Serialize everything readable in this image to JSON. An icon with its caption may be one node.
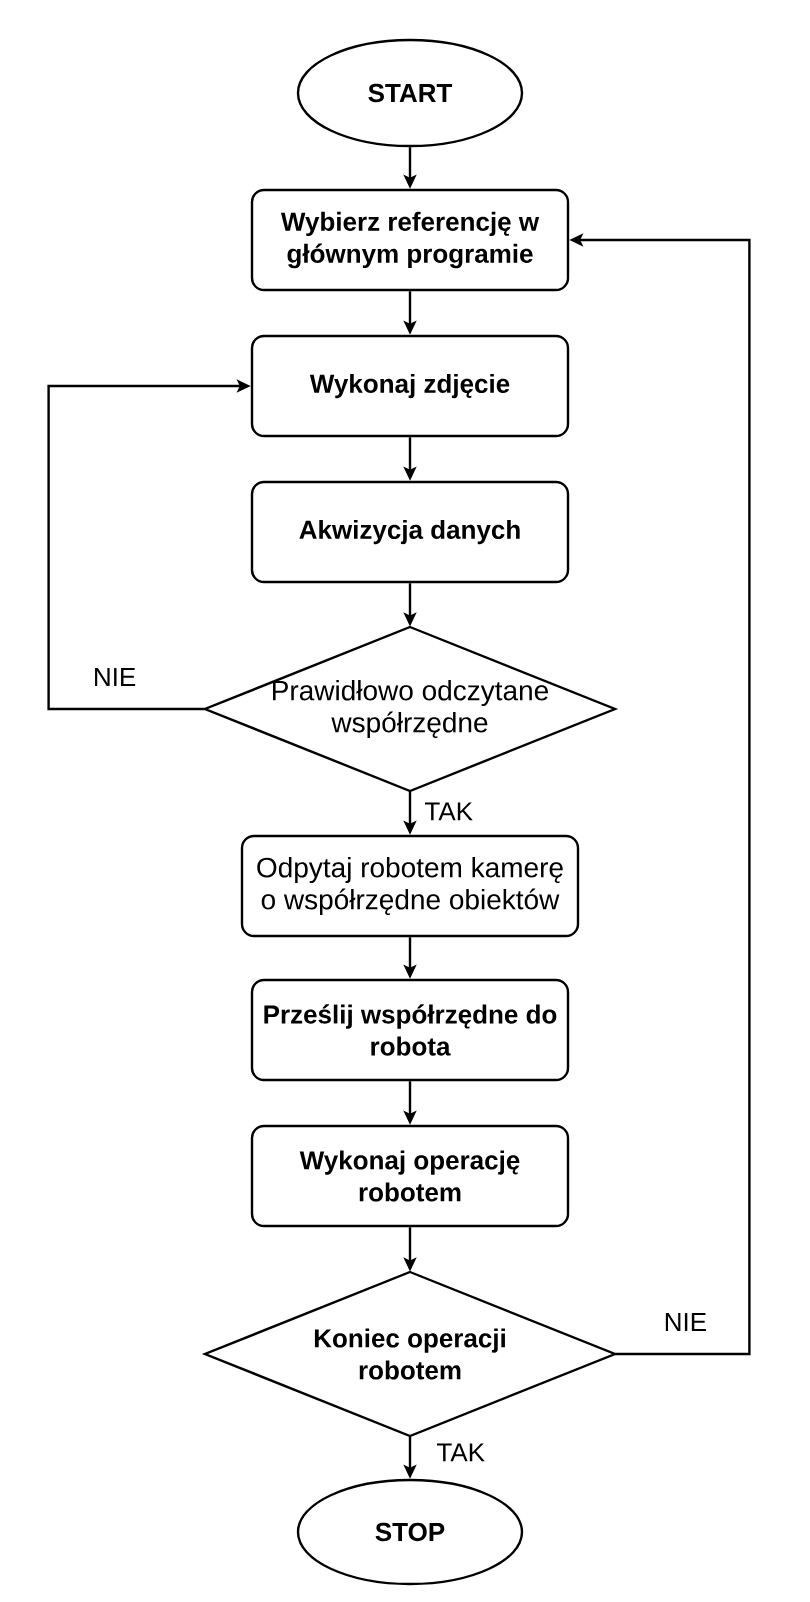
{
  "diagram": {
    "nodes": [
      {
        "text": [
          "START"
        ]
      },
      {
        "text": [
          "Wybierz referencję w głównym programie"
        ]
      },
      {
        "text": [
          "Wykonaj zdjęcie"
        ]
      },
      {
        "text": [
          "Akwizycja danych"
        ]
      },
      {
        "text": [
          "Prawidłowo odczytane współrzędne"
        ]
      },
      {
        "text": [
          "Odpytaj robotem kamerę o współrzędne obiektów"
        ]
      },
      {
        "text": [
          "Prześlij współrzędne do robota"
        ]
      },
      {
        "text": [
          "Wykonaj operację robotem"
        ]
      },
      {
        "text": [
          "Koniec operacji robotem"
        ]
      },
      {
        "text": [
          "STOP"
        ]
      }
    ],
    "edges": [
      {
        "from": 0,
        "to": 1,
        "arrow": "to"
      },
      {
        "from": 1,
        "to": 2,
        "arrow": "to"
      },
      {
        "from": 2,
        "to": 3,
        "arrow": "to"
      },
      {
        "from": 3,
        "to": 4,
        "arrow": "to"
      },
      {
        "from": 4,
        "to": 5,
        "arrow": "to",
        "label": "TAK"
      },
      {
        "from": 4,
        "to": 2,
        "arrow": "to",
        "label": "NIE"
      },
      {
        "from": 5,
        "to": 6,
        "arrow": "to"
      },
      {
        "from": 6,
        "to": 7,
        "arrow": "to"
      },
      {
        "from": 7,
        "to": 8,
        "arrow": "to"
      },
      {
        "from": 8,
        "to": 9,
        "arrow": "to",
        "label": "TAK"
      },
      {
        "from": 8,
        "to": 1,
        "arrow": "to",
        "label": "NIE"
      }
    ]
  }
}
